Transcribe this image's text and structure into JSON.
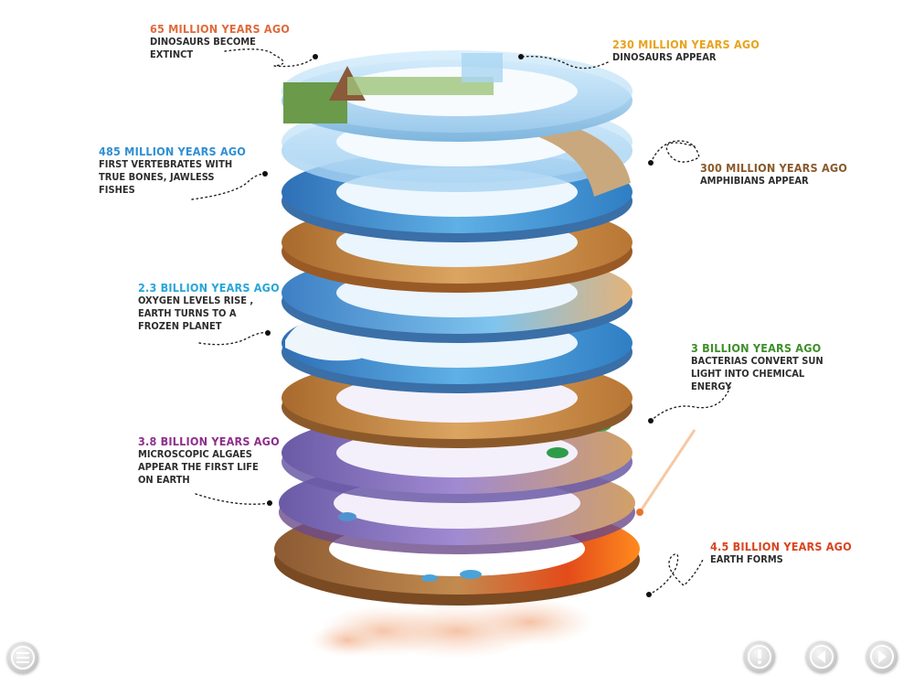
{
  "timeline": [
    {
      "id": "k65m",
      "era": "65 MILLION YEARS AGO",
      "desc": "DINOSAURS BECOME EXTINCT",
      "color": "#e06a3b"
    },
    {
      "id": "k230m",
      "era": "230 MILLION YEARS AGO",
      "desc": "DINOSAURS APPEAR",
      "color": "#e9a21d"
    },
    {
      "id": "k485m",
      "era": "485 MILLION YEARS AGO",
      "desc": "FIRST VERTEBRATES WITH TRUE BONES, JAWLESS FISHES",
      "color": "#2f8fd6"
    },
    {
      "id": "k300m",
      "era": "300 MILLION YEARS AGO",
      "desc": "AMPHIBIANS APPEAR",
      "color": "#8a5a2b"
    },
    {
      "id": "k2_3b",
      "era": "2.3 BILLION YEARS AGO",
      "desc": "OXYGEN LEVELS RISE , EARTH TURNS TO A FROZEN PLANET",
      "color": "#29a6d8"
    },
    {
      "id": "k3b",
      "era": "3 BILLION YEARS AGO",
      "desc": "BACTERIAS CONVERT SUN LIGHT INTO CHEMICAL ENERGY",
      "color": "#3f8f2a"
    },
    {
      "id": "k3_8b",
      "era": "3.8 BILLION YEARS AGO",
      "desc": "MICROSCOPIC ALGAES APPEAR THE FIRST LIFE ON EARTH",
      "color": "#8e2f8c"
    },
    {
      "id": "k4_5b",
      "era": "4.5 BILLION YEARS AGO",
      "desc": "EARTH FORMS",
      "color": "#d9451f"
    }
  ],
  "controls": {
    "menu": "menu-icon",
    "info": "info-icon",
    "prev": "previous-icon",
    "next": "next-icon"
  }
}
